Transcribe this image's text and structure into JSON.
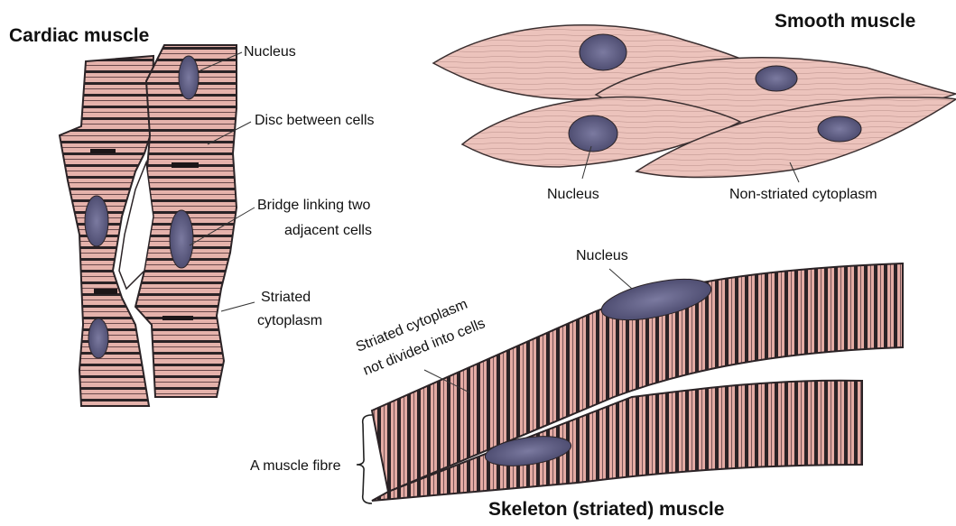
{
  "titles": {
    "cardiac": "Cardiac muscle",
    "smooth": "Smooth muscle",
    "skeletal": "Skeleton (striated) muscle"
  },
  "cardiac_labels": {
    "nucleus": "Nucleus",
    "disc": "Disc between cells",
    "bridge_line1": "Bridge linking two",
    "bridge_line2": "adjacent cells",
    "striated_line1": "Striated",
    "striated_line2": "cytoplasm"
  },
  "smooth_labels": {
    "nucleus": "Nucleus",
    "cytoplasm": "Non-striated cytoplasm"
  },
  "skeletal_labels": {
    "nucleus": "Nucleus",
    "cytoplasm_line1": "Striated cytoplasm",
    "cytoplasm_line2": "not divided into cells",
    "fibre": "A muscle fibre"
  },
  "colors": {
    "tissue": "#e7b5ae",
    "stripe": "#2b2326",
    "nucleus": "#5e5d80",
    "outline": "#2b2326"
  }
}
